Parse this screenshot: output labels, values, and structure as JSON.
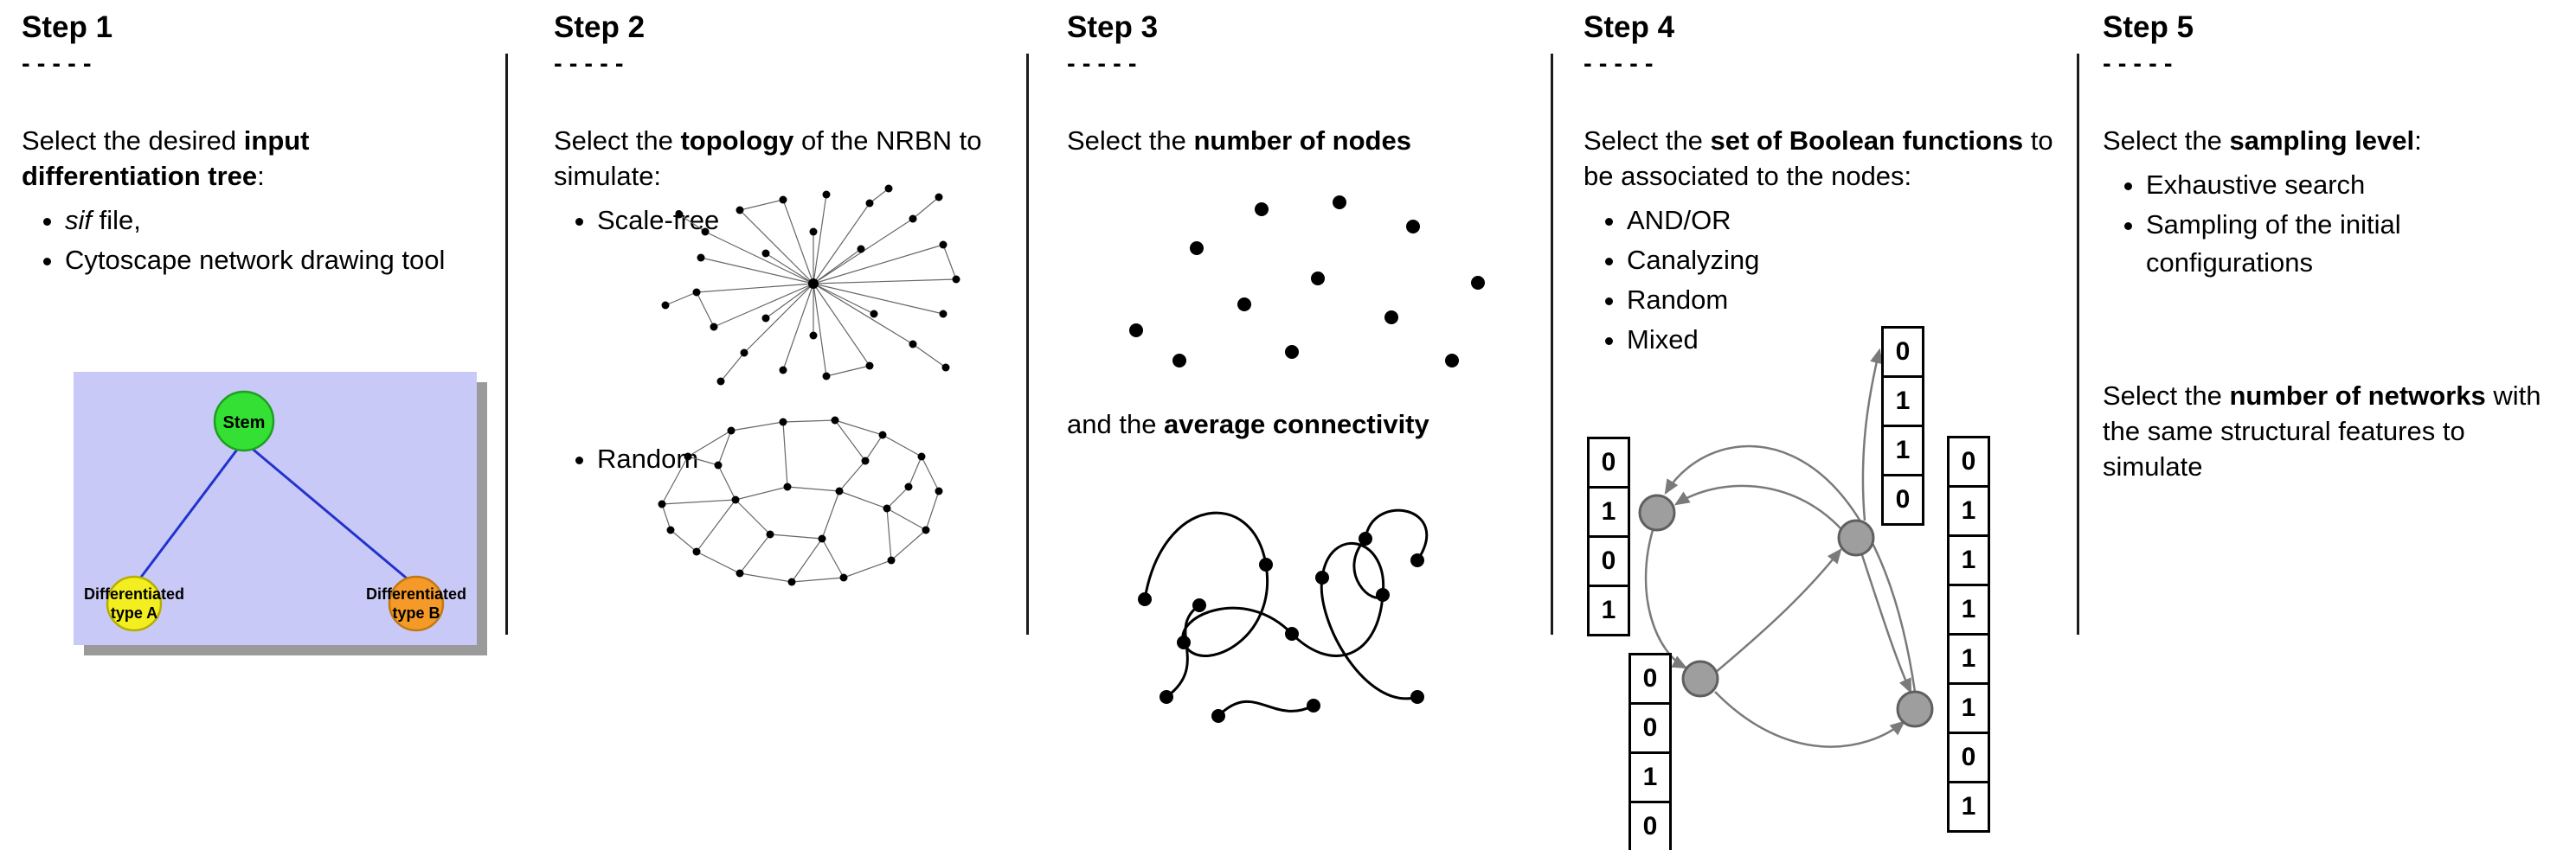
{
  "steps": [
    {
      "title": "Step 1",
      "dashes": "- - - - -",
      "intro": {
        "pre": "Select the desired ",
        "bold": "input differentiation tree",
        "post": ":"
      },
      "bullets": [
        {
          "italic": "sif",
          "text": " file,"
        },
        {
          "text": "Cytoscape network drawing tool"
        }
      ],
      "tree": {
        "stem_label": "Stem",
        "type_a_line1": "Differentiated",
        "type_a_line2": "type A",
        "type_b_line1": "Differentiated",
        "type_b_line2": "type B",
        "bg_color": "#c9c9f8",
        "shadow_color": "#9a9a9a",
        "edge_color": "#2233cc",
        "stem_color": "#33e033",
        "type_a_color": "#f3ee20",
        "type_b_color": "#f59a28"
      }
    },
    {
      "title": "Step 2",
      "dashes": "- - - - -",
      "intro": {
        "pre": "Select the ",
        "bold": "topology",
        "post": " of the NRBN to simulate:"
      },
      "bullets": [
        {
          "text": "Scale-free"
        },
        {
          "text": "Random"
        }
      ]
    },
    {
      "title": "Step 3",
      "dashes": "- - - - -",
      "intro": {
        "pre": "Select the ",
        "bold": "number of nodes",
        "post": ""
      },
      "second": {
        "pre": "and the ",
        "bold": "average connectivity",
        "post": ""
      }
    },
    {
      "title": "Step 4",
      "dashes": "- - - - -",
      "intro": {
        "pre": "Select the ",
        "bold": "set of Boolean functions",
        "post": " to be associated to the nodes:"
      },
      "bullets": [
        {
          "text": "AND/OR"
        },
        {
          "text": "Canalyzing"
        },
        {
          "text": "Random"
        },
        {
          "text": "Mixed"
        }
      ],
      "bit_columns": {
        "left": [
          "0",
          "1",
          "0",
          "1"
        ],
        "top": [
          "0",
          "1",
          "1",
          "0"
        ],
        "bottom": [
          "0",
          "0",
          "1",
          "0"
        ],
        "right": [
          "0",
          "1",
          "1",
          "1",
          "1",
          "1",
          "0",
          "1"
        ]
      }
    },
    {
      "title": "Step 5",
      "dashes": "- - - - -",
      "intro": {
        "pre": "Select the ",
        "bold": "sampling level",
        "post": ":"
      },
      "bullets": [
        {
          "text": "Exhaustive search"
        },
        {
          "text": "Sampling of the initial configurations"
        }
      ],
      "second": {
        "pre": "Select the ",
        "bold": "number of networks",
        "post": " with the same structural features to simulate"
      }
    }
  ]
}
